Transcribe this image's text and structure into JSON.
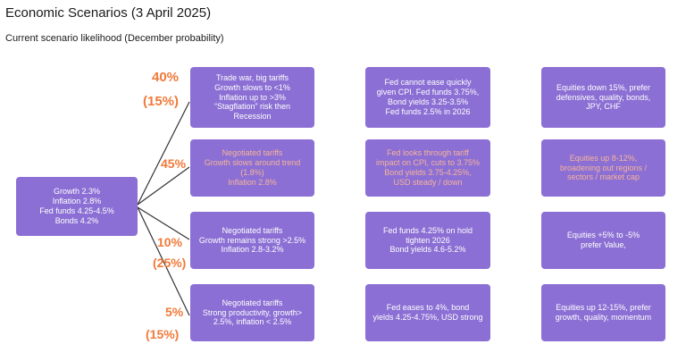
{
  "header": {
    "title": "Economic Scenarios (3 April 2025)",
    "subtitle": "Current scenario likelihood (December probability)"
  },
  "root": {
    "lines": [
      "Growth 2.3%",
      "Inflation 2.8%",
      "Fed funds  4.25-4.5%",
      "Bonds 4.2%"
    ]
  },
  "scenarios": [
    {
      "current": "40%",
      "december": "(15%)",
      "highlight": false,
      "economy": [
        "Trade war, big tariffs",
        "Growth slows to <1%",
        "Inflation up to >3%",
        "“Stagflation” risk then",
        "Recession"
      ],
      "fed": [
        "Fed cannot ease quickly",
        "given CPI. Fed funds 3.75%,",
        "Bond yields 3.25-3.5%",
        "Fed funds 2.5% in 2026"
      ],
      "markets": [
        "Equities down 15%, prefer",
        "defensives, quality, bonds,",
        "JPY, CHF"
      ]
    },
    {
      "current": "45%",
      "december": "",
      "highlight": true,
      "economy": [
        "Negotiated tariffs",
        "Growth slows around trend",
        "(1.8%)",
        "Inflation 2.8%"
      ],
      "fed": [
        "Fed looks through tariff",
        "impact on CPI, cuts to 3.75%",
        "Bond yields 3.75-4.25%,",
        "USD steady / down"
      ],
      "markets": [
        "Equities up 8-12%,",
        "broadening out regions /",
        "sectors / market cap"
      ]
    },
    {
      "current": "10%",
      "december": "(25%)",
      "highlight": false,
      "economy": [
        "Negotiated tariffs",
        "Growth remains strong >2.5%",
        "Inflation 2.8-3.2%"
      ],
      "fed": [
        "Fed funds 4.25% on hold",
        "tighten 2026",
        "Bond yields 4.6-5.2%"
      ],
      "markets": [
        "Equities +5% to -5%",
        "prefer Value,"
      ]
    },
    {
      "current": "5%",
      "december": "(15%)",
      "highlight": false,
      "economy": [
        "Negotiated tariffs",
        "Strong productivity, growth>",
        "2.5%, inflation < 2.5%"
      ],
      "fed": [
        "Fed eases to 4%, bond",
        "yields 4.25-4.75%, USD strong"
      ],
      "markets": [
        "Equities up 12-15%, prefer",
        "growth, quality, momentum"
      ]
    }
  ],
  "colors": {
    "box": "#8b6fd4",
    "probability": "#f07a3a",
    "highlight_text": "#f6b49a"
  }
}
